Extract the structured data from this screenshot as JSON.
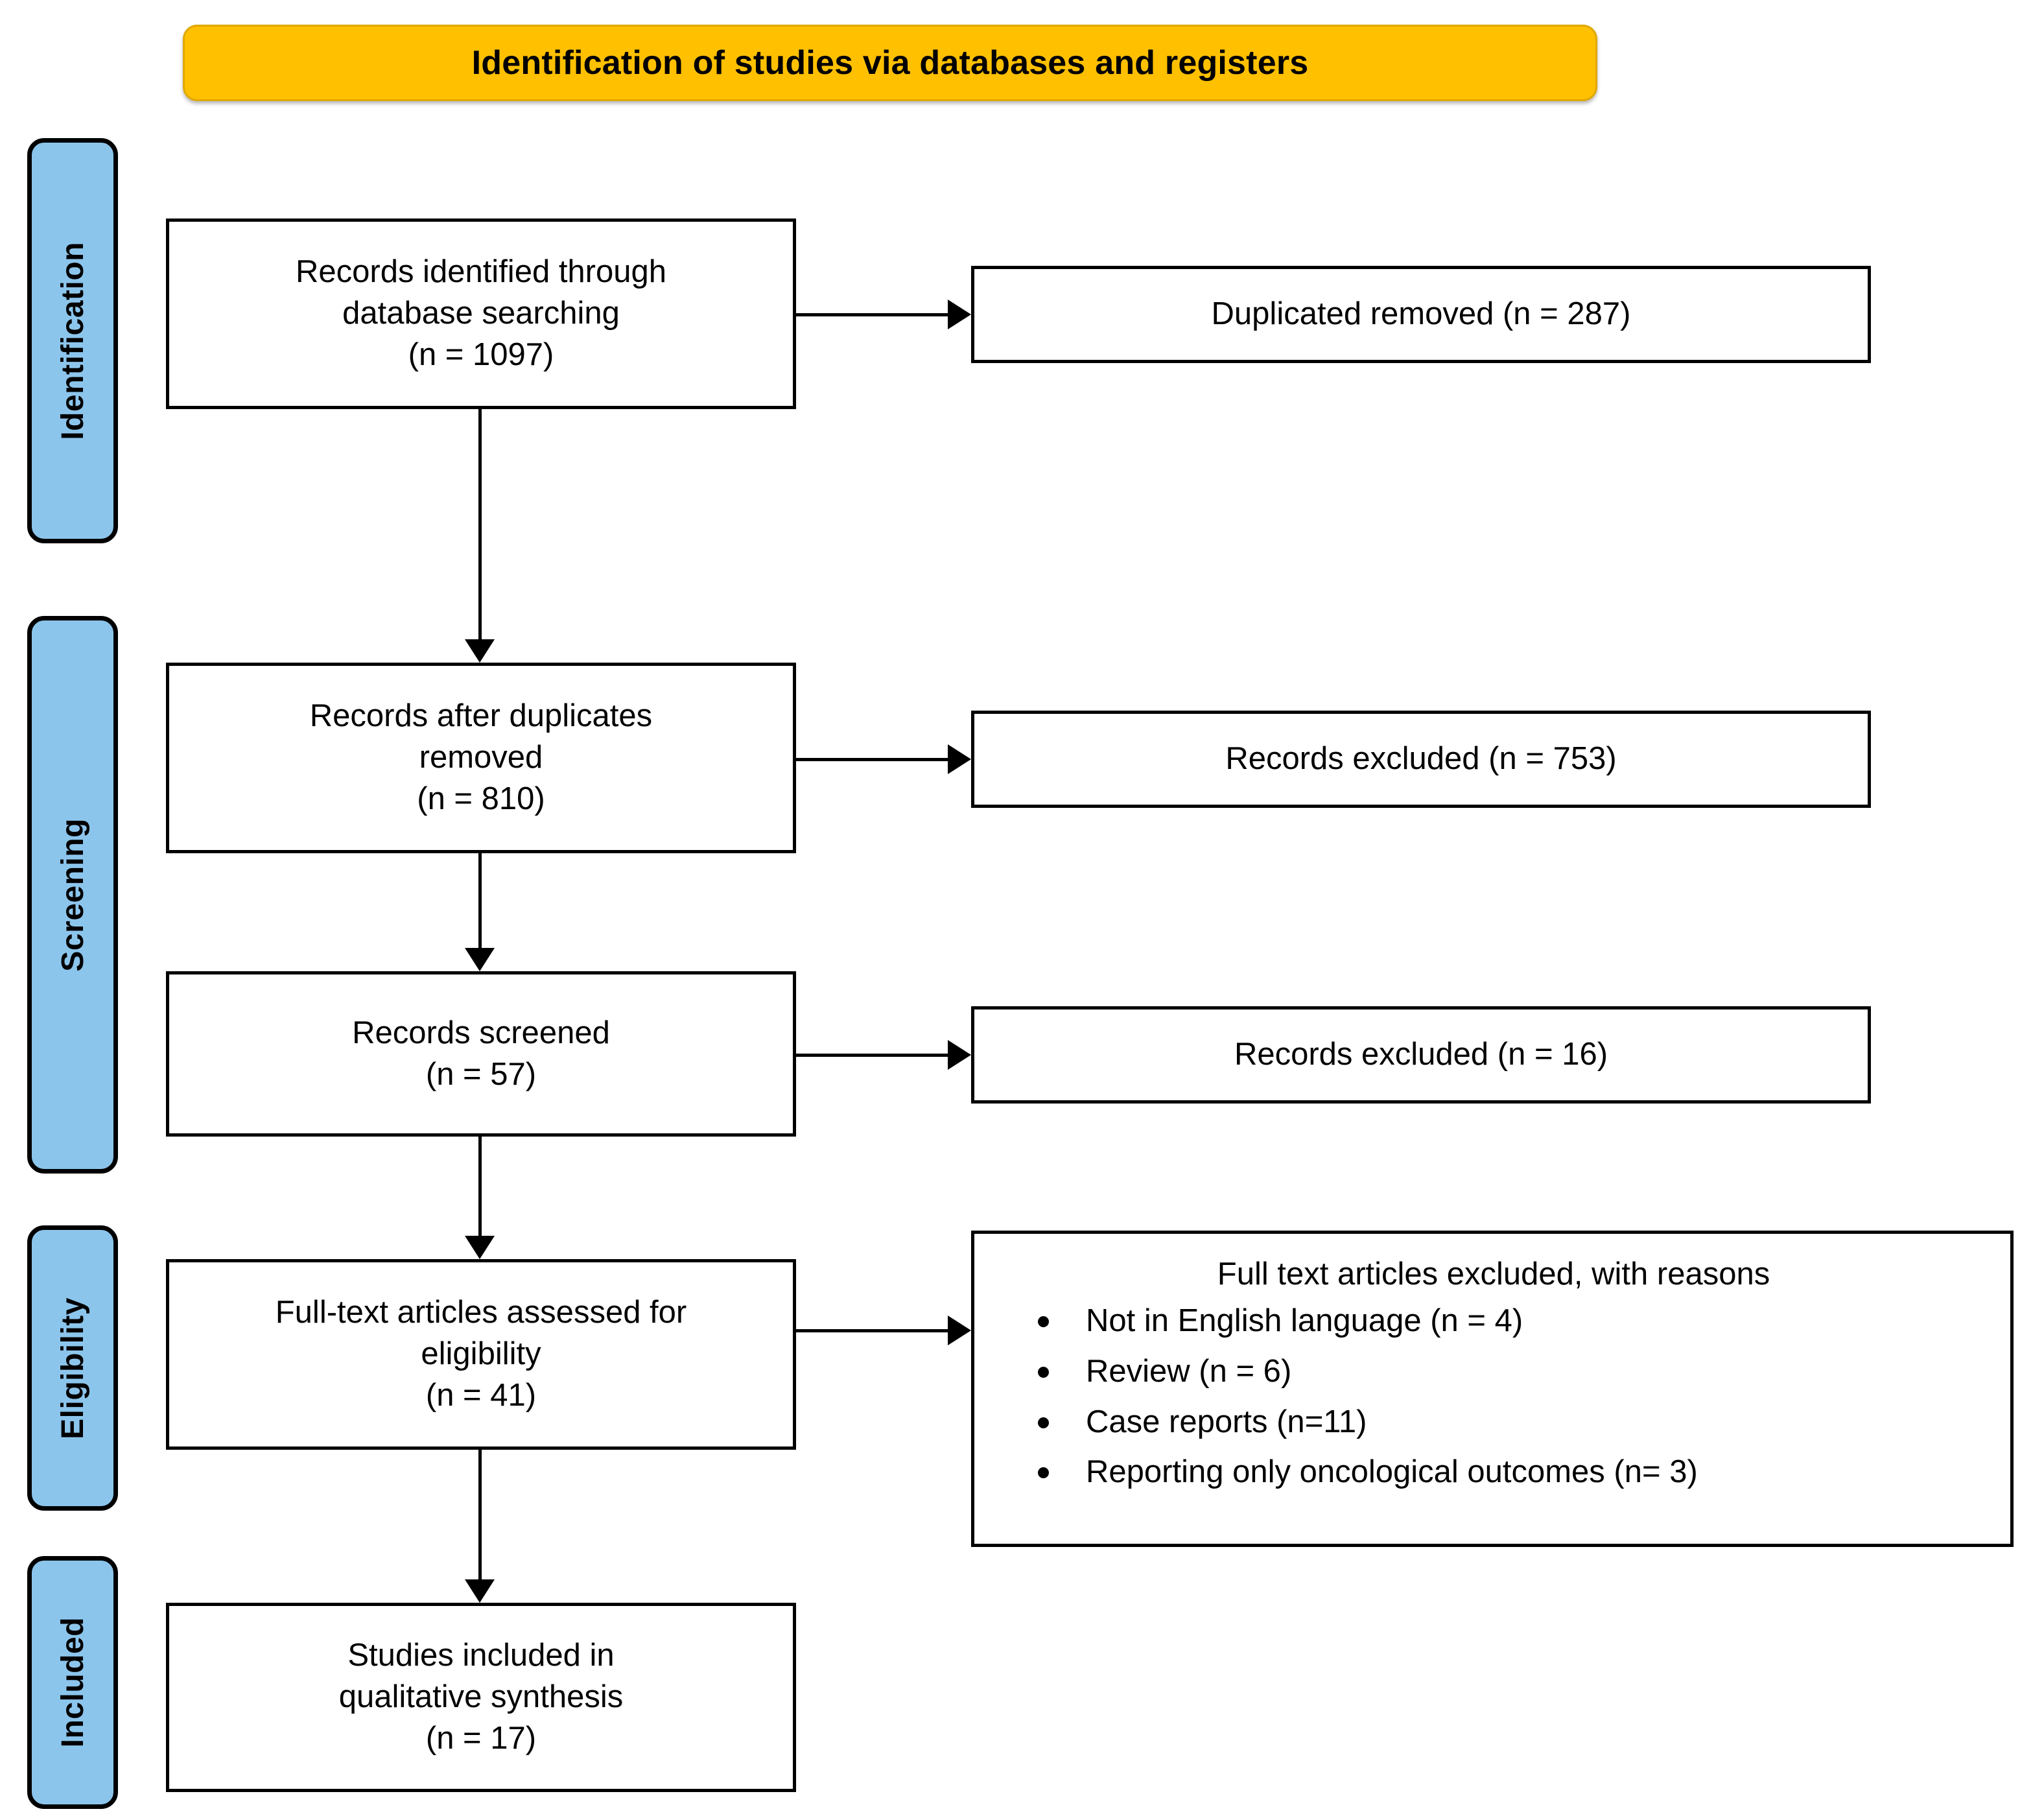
{
  "diagram": {
    "banner": {
      "title": "Identification of studies via databases and registers",
      "color": "#FFC000"
    },
    "phases": [
      {
        "id": "identification",
        "label": "Identification",
        "color": "#8CC5EC"
      },
      {
        "id": "screening",
        "label": "Screening",
        "color": "#8CC5EC"
      },
      {
        "id": "eligibility",
        "label": "Eligibility",
        "color": "#8CC5EC"
      },
      {
        "id": "included",
        "label": "Included",
        "color": "#8CC5EC"
      }
    ],
    "main_boxes": [
      {
        "id": "records-identified",
        "text": "Records identified through\ndatabase searching\n(n = 1097)"
      },
      {
        "id": "records-after-duplicates",
        "text": "Records after duplicates\nremoved\n(n = 810)"
      },
      {
        "id": "records-screened",
        "text": "Records screened\n(n = 57)"
      },
      {
        "id": "fulltext-assessed",
        "text": "Full-text articles assessed for\neligibility\n(n = 41)"
      },
      {
        "id": "studies-included",
        "text": "Studies included in\nqualitative synthesis\n(n = 17)"
      }
    ],
    "side_boxes": [
      {
        "id": "duplicated-removed",
        "text": "Duplicated removed (n = 287)"
      },
      {
        "id": "records-excluded-753",
        "text": "Records excluded (n = 753)"
      },
      {
        "id": "records-excluded-16",
        "text": "Records excluded (n = 16)"
      }
    ],
    "exclusion_box": {
      "id": "fulltext-excluded-reasons",
      "title": "Full text articles excluded, with reasons",
      "reasons": [
        "Not in English language (n = 4)",
        "Review (n = 6)",
        "Case reports (n=11)",
        "Reporting only oncological outcomes (n= 3)"
      ]
    }
  }
}
